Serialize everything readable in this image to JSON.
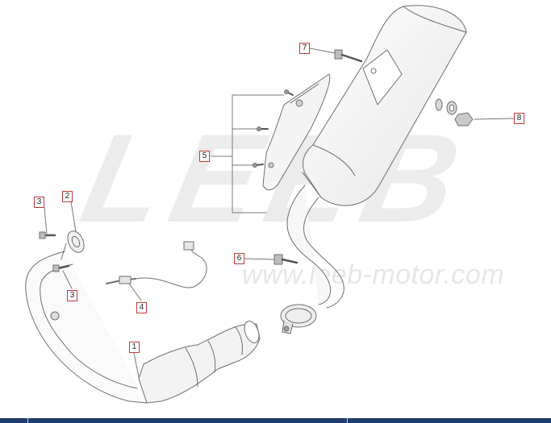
{
  "watermark": {
    "brand": "LEEB",
    "url": "www.leeb-motor.com"
  },
  "callouts": {
    "c1": "1",
    "c2": "2",
    "c3a": "3",
    "c3b": "3",
    "c4": "4",
    "c5": "5",
    "c6": "6",
    "c7": "7",
    "c8": "8"
  },
  "colors": {
    "callout_border": "#c23a3a",
    "line_art": "#6f6f6f",
    "bottom_bar": "#1f3a6b"
  }
}
